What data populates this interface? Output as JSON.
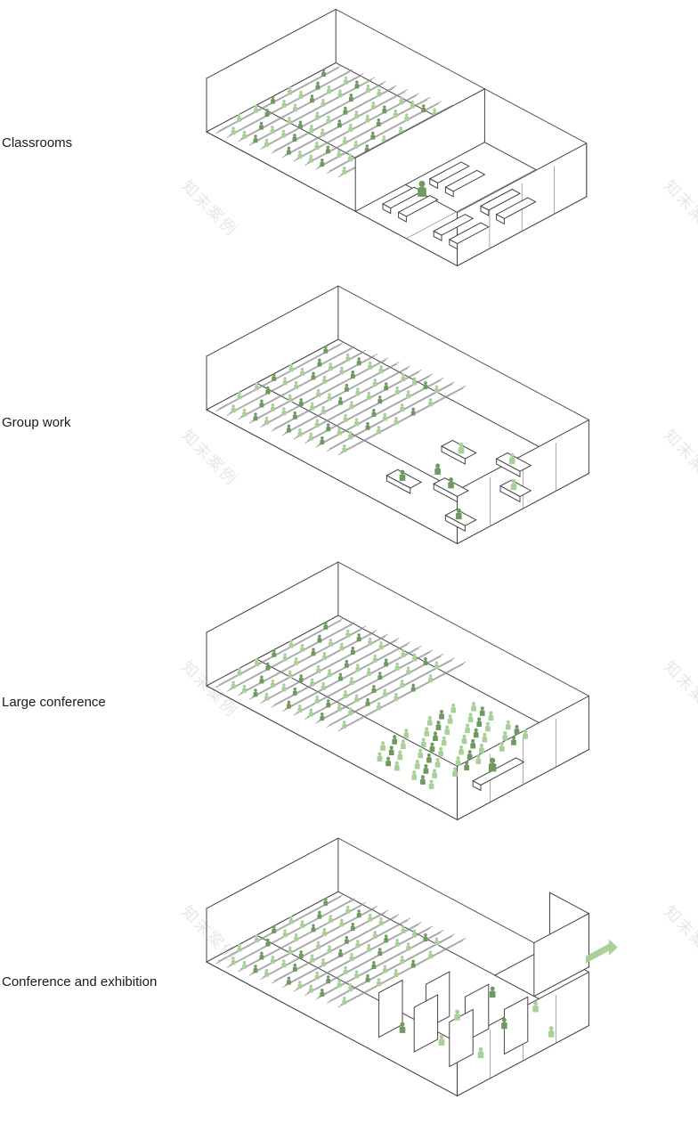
{
  "panels": [
    {
      "label": "Classrooms",
      "scene": "classrooms"
    },
    {
      "label": "Group work",
      "scene": "group-work"
    },
    {
      "label": "Large conference",
      "scene": "large-conference"
    },
    {
      "label": "Conference and exhibition",
      "scene": "conference-exhibition"
    }
  ],
  "watermark": "知末案例",
  "colors": {
    "line": "#555555",
    "figure_light": "#a9cf9a",
    "figure_dark": "#6e9a62",
    "background": "#ffffff"
  }
}
